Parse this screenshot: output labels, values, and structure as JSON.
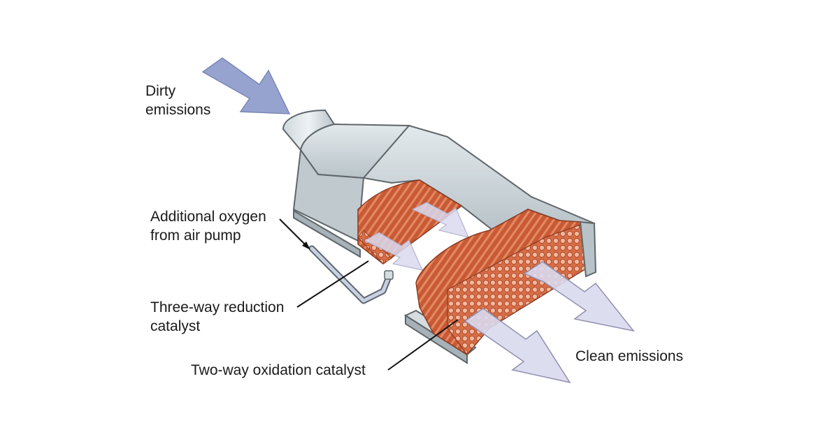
{
  "labels": {
    "dirty_line1": "Dirty",
    "dirty_line2": "emissions",
    "oxygen_line1": "Additional oxygen",
    "oxygen_line2": "from air pump",
    "threeway_line1": "Three-way reduction",
    "threeway_line2": "catalyst",
    "twoway": "Two-way oxidation catalyst",
    "clean": "Clean emissions"
  },
  "colors": {
    "inlet_arrow": "#97a3cf",
    "outlet_arrow": "#d9d9ee",
    "casing": "#c9d3d8",
    "casing_dark": "#a7b2b8",
    "catalyst": "#d86d46",
    "catalyst_dark": "#b5502e",
    "outline": "#5f666a"
  }
}
